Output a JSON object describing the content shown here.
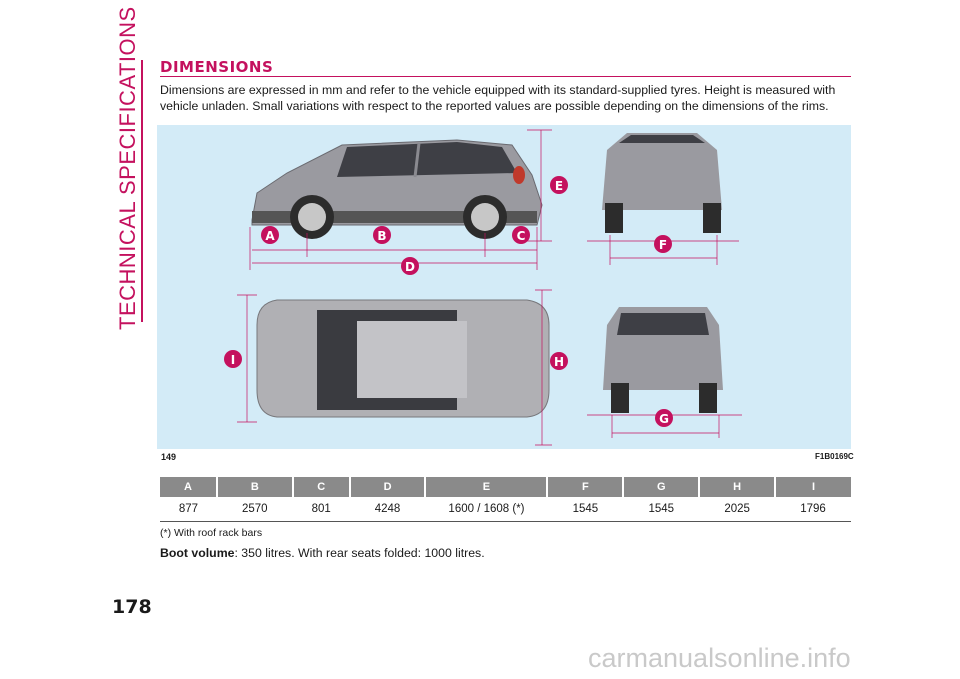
{
  "sidebar": {
    "section_title": "TECHNICAL SPECIFICATIONS"
  },
  "section": {
    "title": "DIMENSIONS",
    "intro": "Dimensions are expressed in mm and refer to the vehicle equipped with its standard-supplied tyres. Height is measured with vehicle unladen. Small variations with respect to the reported values are possible depending on the dimensions of the rims."
  },
  "figure": {
    "number": "149",
    "code": "F1B0169C",
    "labels": [
      "A",
      "B",
      "C",
      "D",
      "E",
      "F",
      "G",
      "H",
      "I"
    ],
    "background_color": "#d3ebf7",
    "accent_color": "#c4115e"
  },
  "table": {
    "headers": [
      "A",
      "B",
      "C",
      "D",
      "E",
      "F",
      "G",
      "H",
      "I"
    ],
    "values": [
      "877",
      "2570",
      "801",
      "4248",
      "1600 / 1608 (*)",
      "1545",
      "1545",
      "2025",
      "1796"
    ]
  },
  "footnote": "(*) With roof rack bars",
  "boot": {
    "label": "Boot volume",
    "text": ": 350 litres. With rear seats folded: 1000 litres."
  },
  "page_number": "178",
  "watermark": "carmanualsonline.info"
}
